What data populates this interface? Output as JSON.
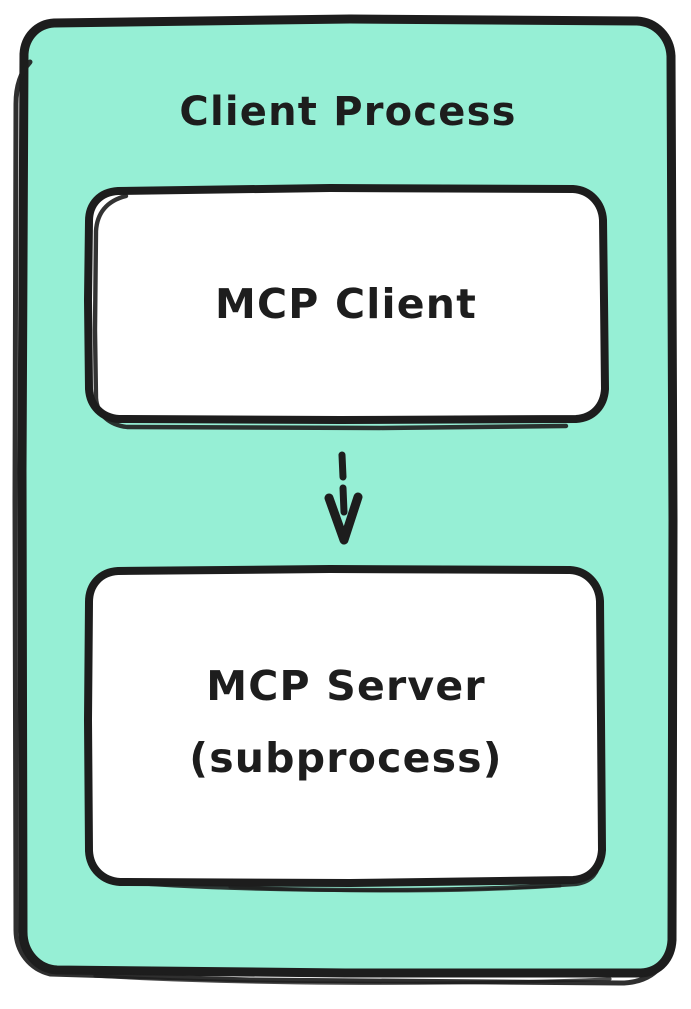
{
  "diagram": {
    "type": "flowchart",
    "style": "hand-drawn-sketch",
    "background_color": "#ffffff",
    "stroke_color": "#1d1d1d",
    "container": {
      "label": "Client Process",
      "fill_color": "#96efd5",
      "border_color": "#1d1d1d",
      "shape": "rounded-rectangle"
    },
    "nodes": [
      {
        "id": "mcp-client",
        "label": "MCP Client",
        "lines": [
          "MCP Client"
        ],
        "fill_color": "#ffffff",
        "border_color": "#1d1d1d",
        "shape": "rounded-rectangle"
      },
      {
        "id": "mcp-server",
        "label": "MCP Server (subprocess)",
        "lines": [
          "MCP Server",
          "(subprocess)"
        ],
        "fill_color": "#ffffff",
        "border_color": "#1d1d1d",
        "shape": "rounded-rectangle"
      }
    ],
    "edges": [
      {
        "id": "client-to-server",
        "from": "mcp-client",
        "to": "mcp-server",
        "label": "",
        "line_style": "dashed",
        "arrowhead": "open-v",
        "direction": "down",
        "color": "#1d1d1d"
      }
    ]
  }
}
